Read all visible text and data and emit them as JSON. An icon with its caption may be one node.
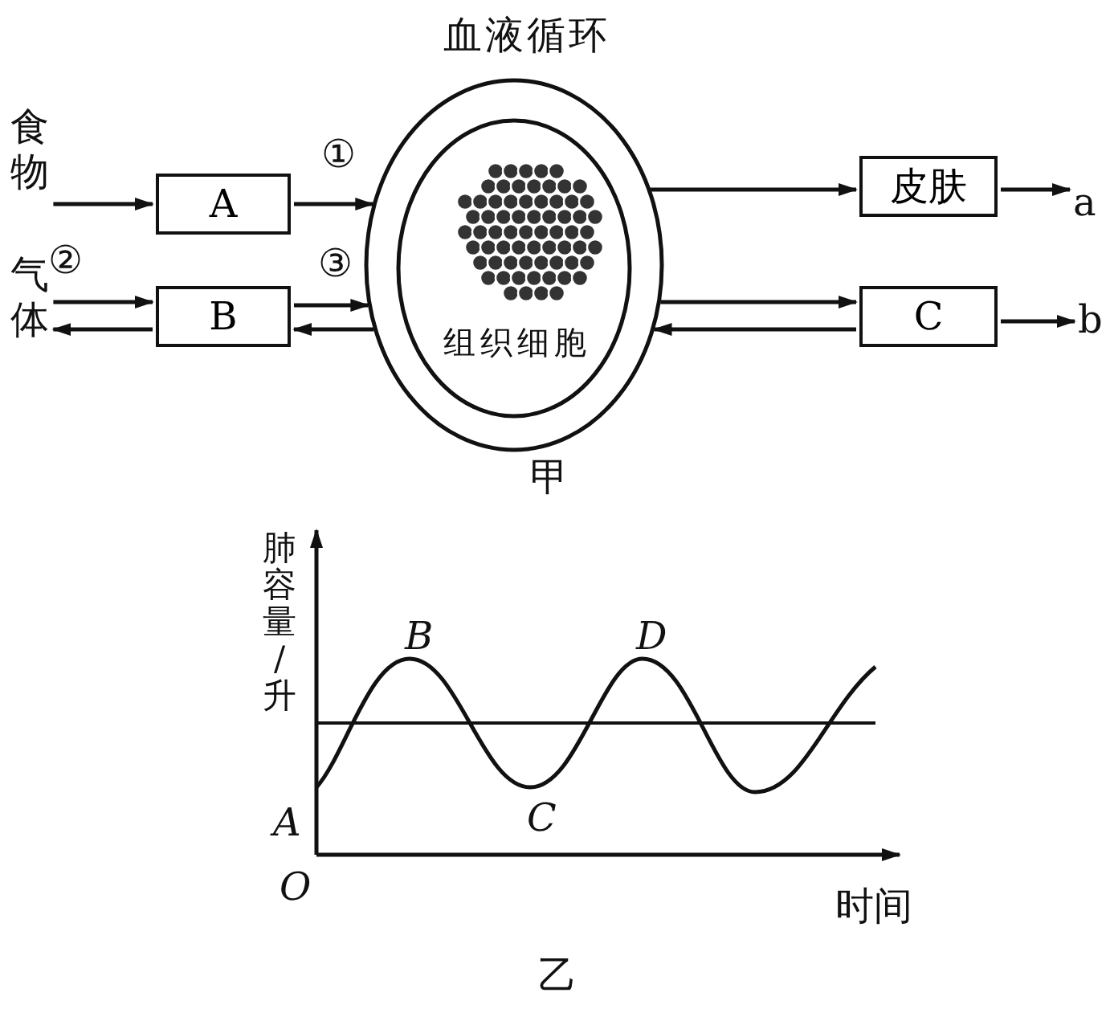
{
  "diagram": {
    "nodes": [
      {
        "text": [
          "食物"
        ]
      },
      {
        "text": [
          "气体"
        ]
      },
      {
        "text": [
          "A"
        ]
      },
      {
        "text": [
          "B"
        ]
      },
      {
        "text": [
          "血液循环"
        ]
      },
      {
        "text": [
          "组织细胞"
        ],
        "in": 4
      },
      {
        "text": [
          "皮肤"
        ]
      },
      {
        "text": [
          "C"
        ]
      },
      {
        "text": [
          "a"
        ]
      },
      {
        "text": [
          "b"
        ]
      }
    ],
    "edges": [
      {
        "from": 0,
        "to": 2,
        "arrow": "to"
      },
      {
        "from": 2,
        "to": 4,
        "arrow": "to",
        "label": "①"
      },
      {
        "from": 1,
        "to": 3,
        "arrow": "to",
        "label": "②"
      },
      {
        "from": 3,
        "to": 1,
        "arrow": "to"
      },
      {
        "from": 3,
        "to": 4,
        "arrow": "to",
        "label": "③"
      },
      {
        "from": 4,
        "to": 3,
        "arrow": "to"
      },
      {
        "from": 4,
        "to": 6,
        "arrow": "to"
      },
      {
        "from": 6,
        "to": 8,
        "arrow": "to"
      },
      {
        "from": 4,
        "to": 7,
        "arrow": "to"
      },
      {
        "from": 7,
        "to": 4,
        "arrow": "to"
      },
      {
        "from": 7,
        "to": 9,
        "arrow": "to"
      }
    ],
    "labels": [
      "甲",
      "肺容量 / 升",
      "B",
      "D",
      "A",
      "C",
      "O",
      "时间",
      "乙"
    ]
  }
}
